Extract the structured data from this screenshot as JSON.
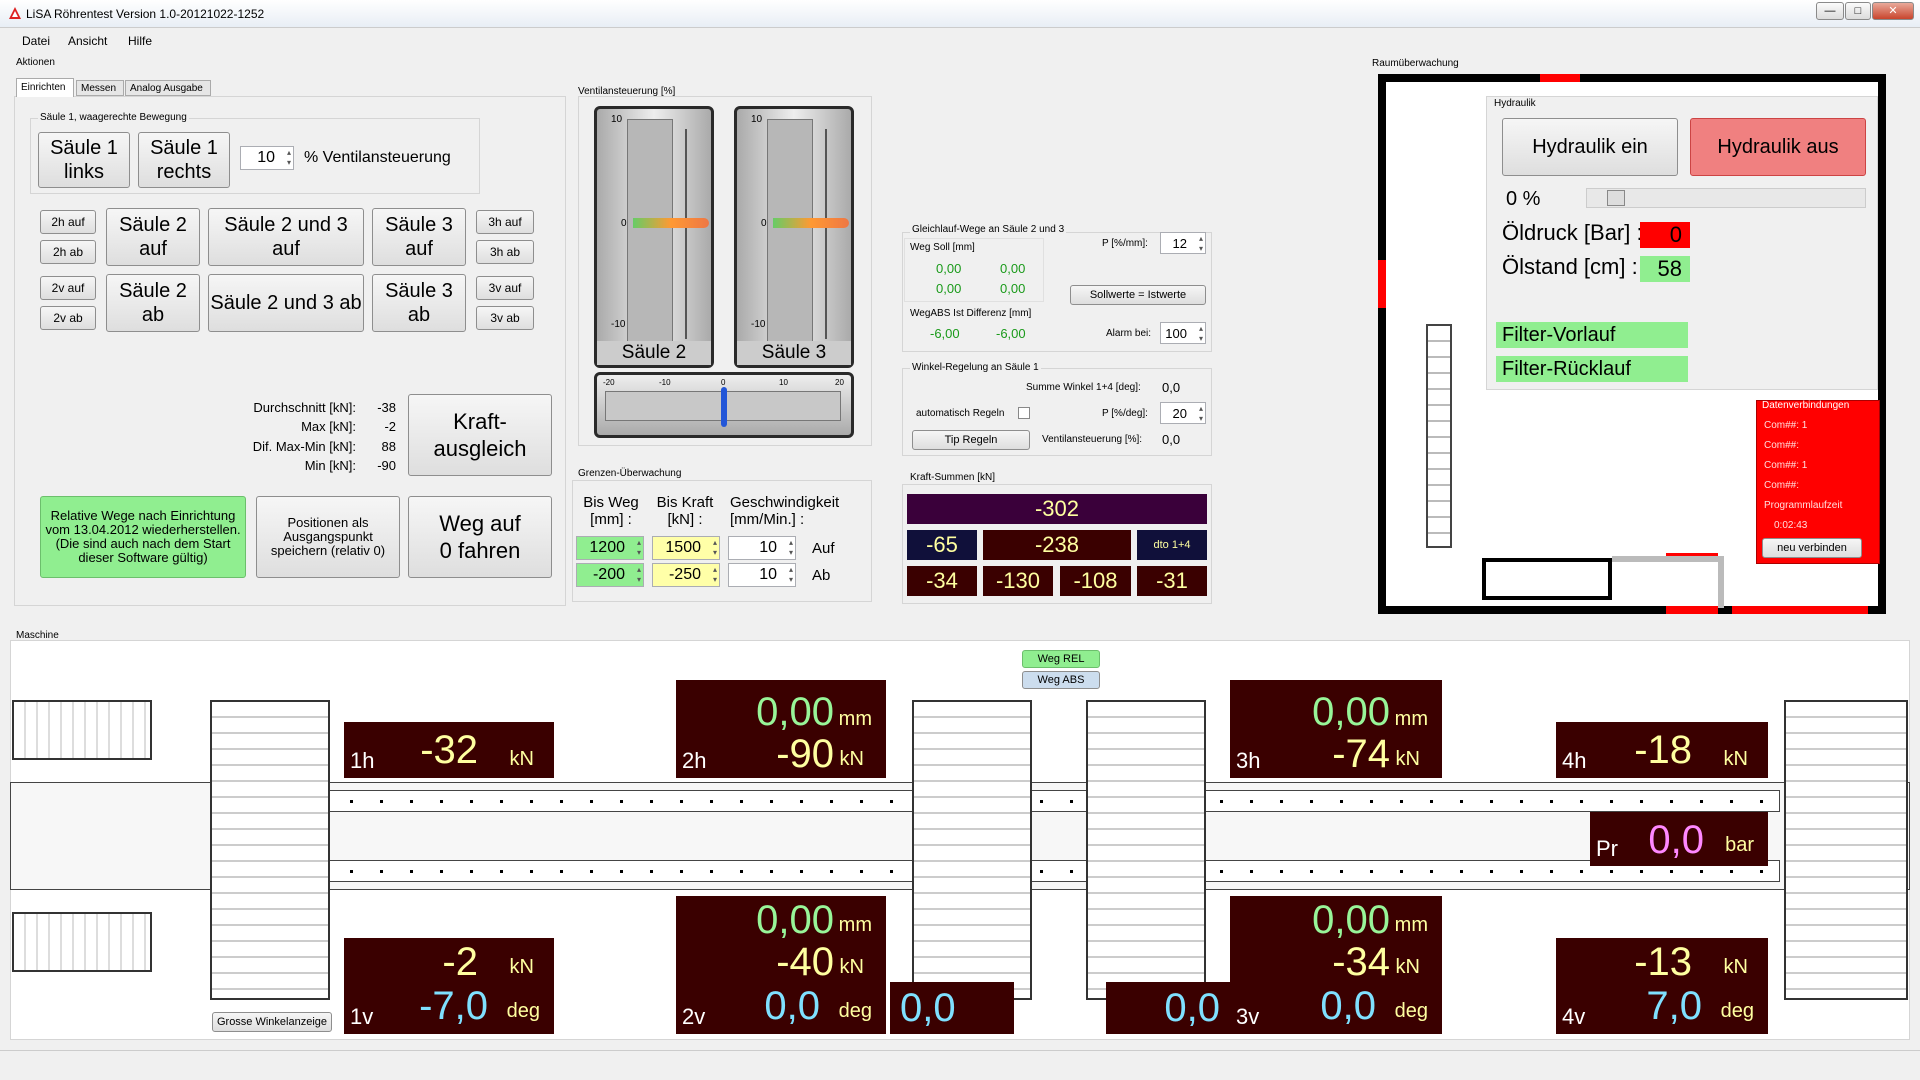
{
  "window": {
    "title": "LiSA Röhrentest   Version 1.0-20121022-1252",
    "min": "—",
    "max": "□",
    "close": "✕"
  },
  "menu": [
    "Datei",
    "Ansicht",
    "Hilfe"
  ],
  "aktionen": {
    "label": "Aktionen",
    "tabs": [
      "Einrichten",
      "Messen",
      "Analog Ausgabe"
    ],
    "saeule1": {
      "label": "Säule 1, waagerechte Bewegung",
      "links": "Säule 1 links",
      "rechts": "Säule 1 rechts",
      "spin": "10",
      "spin_label": "% Ventilansteuerung"
    },
    "small": {
      "2h_auf": "2h auf",
      "2h_ab": "2h ab",
      "2v_auf": "2v auf",
      "2v_ab": "2v ab",
      "3h_auf": "3h auf",
      "3h_ab": "3h ab",
      "3v_auf": "3v auf",
      "3v_ab": "3v ab"
    },
    "big": {
      "s2auf": "Säule 2 auf",
      "s23auf": "Säule 2 und 3 auf",
      "s3auf": "Säule 3 auf",
      "s2ab": "Säule 2 ab",
      "s23ab": "Säule 2 und 3 ab",
      "s3ab": "Säule 3 ab"
    },
    "stats": {
      "durch_l": "Durchschnitt [kN]:",
      "durch_v": "-38",
      "max_l": "Max [kN]:",
      "max_v": "-2",
      "dif_l": "Dif. Max-Min [kN]:",
      "dif_v": "88",
      "min_l": "Min [kN]:",
      "min_v": "-90"
    },
    "kraft": "Kraft-ausgleich",
    "relative": "Relative Wege nach Einrichtung vom 13.04.2012 wiederherstellen. (Die sind auch nach dem Start dieser Software gültig)",
    "positionen": "Positionen als Ausgangspunkt speichern (relativ 0)",
    "weg0": "Weg auf 0 fahren"
  },
  "ventil": {
    "label": "Ventilansteuerung [%]",
    "top": "10",
    "zero": "0",
    "bottom": "-10",
    "s2": "Säule 2",
    "s3": "Säule 3",
    "h": [
      "-20",
      "-10",
      "0",
      "10",
      "20"
    ]
  },
  "grenzen": {
    "label": "Grenzen-Überwachung",
    "h1": "Bis Weg [mm] :",
    "h2": "Bis Kraft [kN] :",
    "h3": "Geschwindigkeit [mm/Min.] :",
    "w1": "1200",
    "w2": "-200",
    "k1": "1500",
    "k2": "-250",
    "g1": "10",
    "g2": "10",
    "auf": "Auf",
    "ab": "Ab"
  },
  "gleich": {
    "label": "Gleichlauf-Wege an Säule 2 und 3",
    "soll": "Weg Soll [mm]",
    "v": [
      "0,00",
      "0,00",
      "0,00",
      "0,00"
    ],
    "p_label": "P [%/mm]:",
    "p": "12",
    "btn": "Sollwerte = Istwerte",
    "diff": "WegABS Ist Differenz [mm]",
    "d1": "-6,00",
    "d2": "-6,00",
    "alarm_l": "Alarm bei:",
    "alarm": "100"
  },
  "winkel": {
    "label": "Winkel-Regelung an Säule 1",
    "summe_l": "Summe Winkel 1+4 [deg]:",
    "summe": "0,0",
    "auto": "automatisch Regeln",
    "p_l": "P [%/deg]:",
    "p": "20",
    "tip": "Tip Regeln",
    "vent_l": "Ventilansteuerung [%]:",
    "vent": "0,0"
  },
  "kraftsum": {
    "label": "Kraft-Summen [kN]",
    "total": "-302",
    "a": "-65",
    "b": "-238",
    "dto": "dto 1+4",
    "c": [
      "-34",
      "-130",
      "-108",
      "-31"
    ]
  },
  "raum": {
    "label": "Raumüberwachung",
    "hydraulik": "Hydraulik",
    "ein": "Hydraulik ein",
    "aus": "Hydraulik aus",
    "pct": "0 %",
    "druck_l": "Öldruck [Bar] :",
    "druck": "0",
    "stand_l": "Ölstand [cm] :",
    "stand": "58",
    "vorlauf": "Filter-Vorlauf",
    "ruecklauf": "Filter-Rücklauf",
    "daten": {
      "label": "Datenverbindungen",
      "l": [
        "Com##:   1",
        "Com##:",
        "Com##:   1",
        "Com##:",
        "Programmlaufzeit",
        "0:02:43"
      ],
      "btn": "neu verbinden"
    }
  },
  "maschine": {
    "label": "Maschine",
    "weg_rel": "Weg REL",
    "weg_abs": "Weg ABS",
    "gross": "Grosse Winkelanzeige",
    "h1": {
      "lbl": "1h",
      "kn": "-32"
    },
    "h2": {
      "lbl": "2h",
      "mm": "0,00",
      "kn": "-90"
    },
    "h3": {
      "lbl": "3h",
      "mm": "0,00",
      "kn": "-74"
    },
    "h4": {
      "lbl": "4h",
      "kn": "-18"
    },
    "pr": {
      "lbl": "Pr",
      "v": "0,0",
      "u": "bar"
    },
    "v1": {
      "lbl": "1v",
      "kn": "-2",
      "deg": "-7,0"
    },
    "v2": {
      "lbl": "2v",
      "mm": "0,00",
      "kn": "-40",
      "deg": "0,0"
    },
    "mid1": "0,0",
    "mid2": "0,0",
    "v3": {
      "lbl": "3v",
      "mm": "0,00",
      "kn": "-34",
      "deg": "0,0"
    },
    "v4": {
      "lbl": "4v",
      "kn": "-13",
      "deg": "7,0"
    },
    "u": {
      "mm": "mm",
      "kn": "kN",
      "deg": "deg"
    }
  }
}
